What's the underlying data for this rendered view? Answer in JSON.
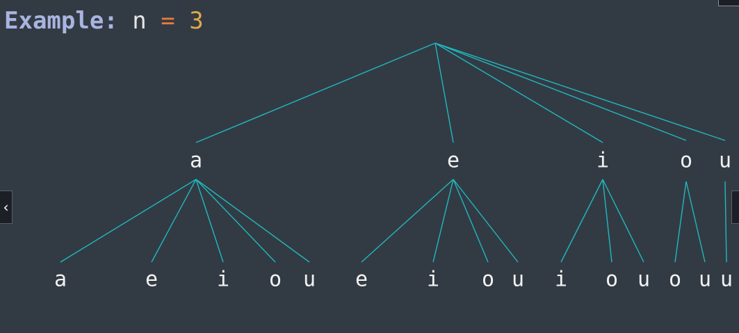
{
  "title": {
    "keyword": "Example:",
    "variable": "n",
    "operator": "=",
    "value": "3"
  },
  "tree": {
    "root": "",
    "level1": [
      "a",
      "e",
      "i",
      "o",
      "u"
    ],
    "level2": [
      "a",
      "e",
      "i",
      "o",
      "u",
      "e",
      "i",
      "o",
      "u",
      "i",
      "o",
      "u",
      "o",
      "u",
      "u"
    ]
  },
  "colors": {
    "background": "#323b44",
    "edge": "#21b8bf",
    "label": "#f2f2f2"
  },
  "icons": {
    "prev": "chevron-left-icon"
  }
}
